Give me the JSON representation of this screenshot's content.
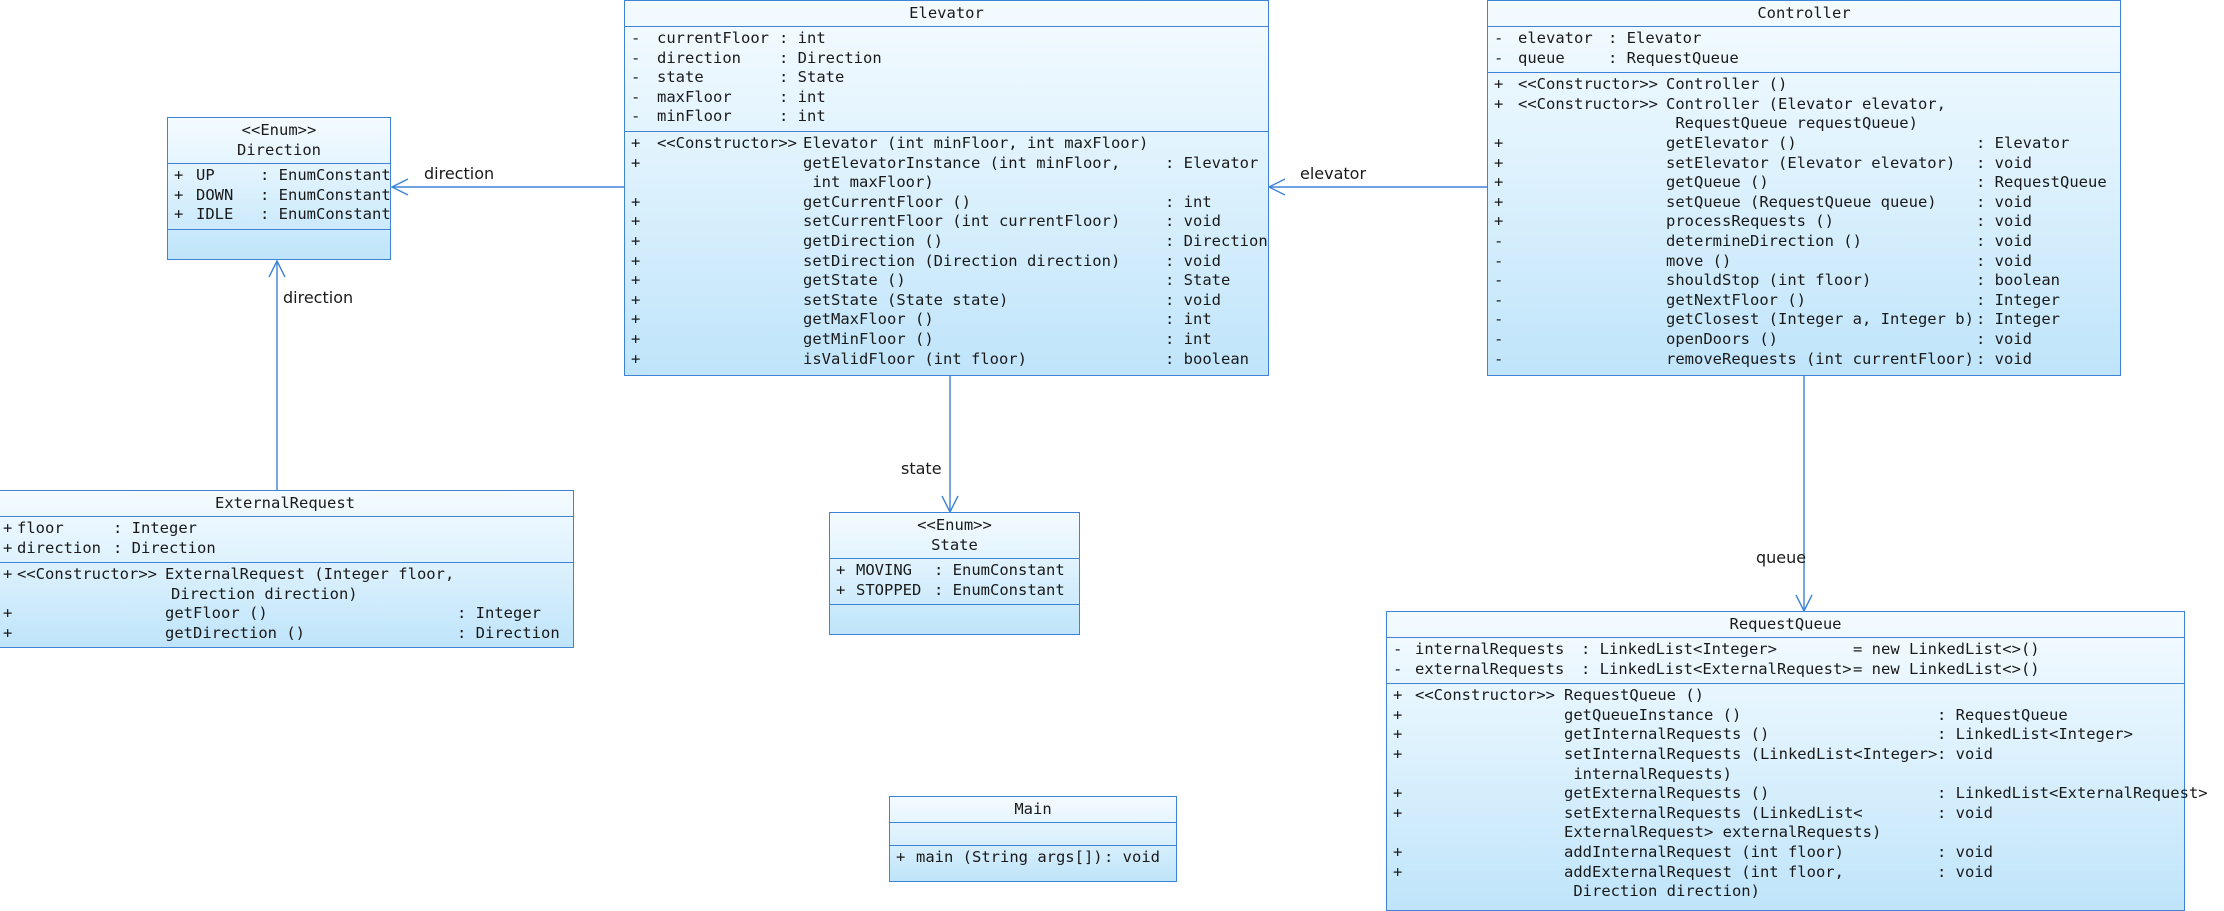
{
  "direction_enum": {
    "stereotype": "<<Enum>>",
    "name": "Direction",
    "attributes": [
      {
        "vis": "+",
        "name": "UP",
        "type": ": EnumConstant"
      },
      {
        "vis": "+",
        "name": "DOWN",
        "type": ": EnumConstant"
      },
      {
        "vis": "+",
        "name": "IDLE",
        "type": ": EnumConstant"
      }
    ]
  },
  "state_enum": {
    "stereotype": "<<Enum>>",
    "name": "State",
    "attributes": [
      {
        "vis": "+",
        "name": "MOVING",
        "type": ": EnumConstant"
      },
      {
        "vis": "+",
        "name": "STOPPED",
        "type": ": EnumConstant"
      }
    ]
  },
  "elevator": {
    "name": "Elevator",
    "attributes": [
      {
        "vis": "-",
        "name": "currentFloor",
        "type": ": int"
      },
      {
        "vis": "-",
        "name": "direction",
        "type": ": Direction"
      },
      {
        "vis": "-",
        "name": "state",
        "type": ": State"
      },
      {
        "vis": "-",
        "name": "maxFloor",
        "type": ": int"
      },
      {
        "vis": "-",
        "name": "minFloor",
        "type": ": int"
      }
    ],
    "operations": [
      {
        "vis": "+",
        "stereo": "<<Constructor>>",
        "lines": [
          "Elevator (int minFloor, int maxFloor)"
        ],
        "ret": ""
      },
      {
        "vis": "+",
        "stereo": "",
        "lines": [
          "getElevatorInstance (int minFloor,",
          " int maxFloor)"
        ],
        "ret": ": Elevator"
      },
      {
        "vis": "+",
        "stereo": "",
        "lines": [
          "getCurrentFloor ()"
        ],
        "ret": ": int"
      },
      {
        "vis": "+",
        "stereo": "",
        "lines": [
          "setCurrentFloor (int currentFloor)"
        ],
        "ret": ": void"
      },
      {
        "vis": "+",
        "stereo": "",
        "lines": [
          "getDirection ()"
        ],
        "ret": ": Direction"
      },
      {
        "vis": "+",
        "stereo": "",
        "lines": [
          "setDirection (Direction direction)"
        ],
        "ret": ": void"
      },
      {
        "vis": "+",
        "stereo": "",
        "lines": [
          "getState ()"
        ],
        "ret": ": State"
      },
      {
        "vis": "+",
        "stereo": "",
        "lines": [
          "setState (State state)"
        ],
        "ret": ": void"
      },
      {
        "vis": "+",
        "stereo": "",
        "lines": [
          "getMaxFloor ()"
        ],
        "ret": ": int"
      },
      {
        "vis": "+",
        "stereo": "",
        "lines": [
          "getMinFloor ()"
        ],
        "ret": ": int"
      },
      {
        "vis": "+",
        "stereo": "",
        "lines": [
          "isValidFloor (int floor)"
        ],
        "ret": ": boolean"
      }
    ]
  },
  "controller": {
    "name": "Controller",
    "attributes": [
      {
        "vis": "-",
        "name": "elevator",
        "type": ": Elevator"
      },
      {
        "vis": "-",
        "name": "queue",
        "type": ": RequestQueue"
      }
    ],
    "operations": [
      {
        "vis": "+",
        "stereo": "<<Constructor>>",
        "lines": [
          "Controller ()"
        ],
        "ret": ""
      },
      {
        "vis": "+",
        "stereo": "<<Constructor>>",
        "lines": [
          "Controller (Elevator elevator,",
          " RequestQueue requestQueue)"
        ],
        "ret": ""
      },
      {
        "vis": "+",
        "stereo": "",
        "lines": [
          "getElevator ()"
        ],
        "ret": ": Elevator"
      },
      {
        "vis": "+",
        "stereo": "",
        "lines": [
          "setElevator (Elevator elevator)"
        ],
        "ret": ": void"
      },
      {
        "vis": "+",
        "stereo": "",
        "lines": [
          "getQueue ()"
        ],
        "ret": ": RequestQueue"
      },
      {
        "vis": "+",
        "stereo": "",
        "lines": [
          "setQueue (RequestQueue queue)"
        ],
        "ret": ": void"
      },
      {
        "vis": "+",
        "stereo": "",
        "lines": [
          "processRequests ()"
        ],
        "ret": ": void"
      },
      {
        "vis": "-",
        "stereo": "",
        "lines": [
          "determineDirection ()"
        ],
        "ret": ": void"
      },
      {
        "vis": "-",
        "stereo": "",
        "lines": [
          "move ()"
        ],
        "ret": ": void"
      },
      {
        "vis": "-",
        "stereo": "",
        "lines": [
          "shouldStop (int floor)"
        ],
        "ret": ": boolean"
      },
      {
        "vis": "-",
        "stereo": "",
        "lines": [
          "getNextFloor ()"
        ],
        "ret": ": Integer"
      },
      {
        "vis": "-",
        "stereo": "",
        "lines": [
          "getClosest (Integer a, Integer b)"
        ],
        "ret": ": Integer"
      },
      {
        "vis": "-",
        "stereo": "",
        "lines": [
          "openDoors ()"
        ],
        "ret": ": void"
      },
      {
        "vis": "-",
        "stereo": "",
        "lines": [
          "removeRequests (int currentFloor)"
        ],
        "ret": ": void"
      }
    ]
  },
  "external_request": {
    "name": "ExternalRequest",
    "attributes": [
      {
        "vis": "+",
        "name": "floor",
        "type": ": Integer"
      },
      {
        "vis": "+",
        "name": "direction",
        "type": ": Direction"
      }
    ],
    "operations": [
      {
        "vis": "+",
        "stereo": "<<Constructor>>",
        "lines": [
          "ExternalRequest (Integer floor,",
          "Direction direction)"
        ],
        "ret": ""
      },
      {
        "vis": "+",
        "stereo": "",
        "lines": [
          "getFloor ()"
        ],
        "ret": ": Integer"
      },
      {
        "vis": "+",
        "stereo": "",
        "lines": [
          "getDirection ()"
        ],
        "ret": ": Direction"
      }
    ]
  },
  "request_queue": {
    "name": "RequestQueue",
    "attributes": [
      {
        "vis": "-",
        "name": "internalRequests",
        "type": ": LinkedList<Integer>",
        "init": "= new LinkedList<>()"
      },
      {
        "vis": "-",
        "name": "externalRequests",
        "type": ": LinkedList<ExternalRequest>",
        "init": "= new LinkedList<>()"
      }
    ],
    "operations": [
      {
        "vis": "+",
        "stereo": "<<Constructor>>",
        "lines": [
          "RequestQueue ()"
        ],
        "ret": ""
      },
      {
        "vis": "+",
        "stereo": "",
        "lines": [
          "getQueueInstance ()"
        ],
        "ret": ": RequestQueue"
      },
      {
        "vis": "+",
        "stereo": "",
        "lines": [
          "getInternalRequests ()"
        ],
        "ret": ": LinkedList<Integer>"
      },
      {
        "vis": "+",
        "stereo": "",
        "lines": [
          "setInternalRequests (LinkedList<Integer>",
          " internalRequests)"
        ],
        "ret": ": void"
      },
      {
        "vis": "+",
        "stereo": "",
        "lines": [
          "getExternalRequests ()"
        ],
        "ret": ": LinkedList<ExternalRequest>"
      },
      {
        "vis": "+",
        "stereo": "",
        "lines": [
          "setExternalRequests (LinkedList<",
          "ExternalRequest> externalRequests)"
        ],
        "ret": ": void"
      },
      {
        "vis": "+",
        "stereo": "",
        "lines": [
          "addInternalRequest (int floor)"
        ],
        "ret": ": void"
      },
      {
        "vis": "+",
        "stereo": "",
        "lines": [
          "addExternalRequest (int floor,",
          " Direction direction)"
        ],
        "ret": ": void"
      }
    ]
  },
  "main_class": {
    "name": "Main",
    "attributes": [],
    "operations": [
      {
        "vis": "+",
        "stereo": "",
        "lines": [
          "main (String args[])"
        ],
        "ret": ": void"
      }
    ]
  },
  "associations": {
    "elevator_to_direction": "direction",
    "external_to_direction": "direction",
    "elevator_to_state": "state",
    "controller_to_elevator": "elevator",
    "controller_to_queue": "queue"
  },
  "colors": {
    "border": "#3f83d6",
    "fill_top": "#f4fbff",
    "fill_bottom": "#bfe4fa"
  }
}
